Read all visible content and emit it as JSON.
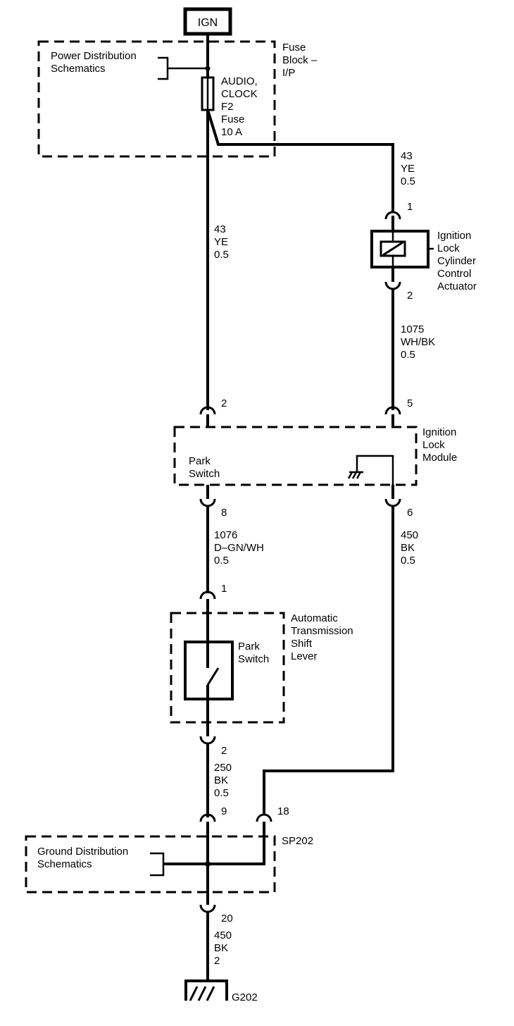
{
  "source": {
    "label": "IGN"
  },
  "fuse_block": {
    "name_lines": [
      "Fuse",
      "Block –",
      "I/P"
    ],
    "ref_lines": [
      "Power Distribution",
      "Schematics"
    ],
    "fuse_lines": [
      "AUDIO,",
      "CLOCK",
      "F2",
      "Fuse",
      "10 A"
    ]
  },
  "wires": {
    "left_top": [
      "43",
      "YE",
      "0.5"
    ],
    "right_top": [
      "43",
      "YE",
      "0.5"
    ],
    "right_mid": [
      "1075",
      "WH/BK",
      "0.5"
    ],
    "left_mid": [
      "1076",
      "D–GN/WH",
      "0.5"
    ],
    "right_low": [
      "450",
      "BK",
      "0.5"
    ],
    "left_low": [
      "250",
      "BK",
      "0.5"
    ],
    "ground": [
      "450",
      "BK",
      "2"
    ]
  },
  "actuator": {
    "name_lines": [
      "Ignition",
      "Lock",
      "Cylinder",
      "Control",
      "Actuator"
    ],
    "pin_top": "1",
    "pin_bottom": "2"
  },
  "module": {
    "name_lines": [
      "Ignition",
      "Lock",
      "Module"
    ],
    "inner_lines": [
      "Park",
      "Switch"
    ],
    "pin_in_left": "2",
    "pin_in_right": "5",
    "pin_out_left": "8",
    "pin_out_right": "6"
  },
  "shift_lever": {
    "name_lines": [
      "Automatic",
      "Transmission",
      "Shift",
      "Lever"
    ],
    "inner_lines": [
      "Park",
      "Switch"
    ],
    "pin_top": "1",
    "pin_bottom": "2"
  },
  "splice": {
    "name": "SP202",
    "ref_lines": [
      "Ground Distribution",
      "Schematics"
    ],
    "pin_left": "9",
    "pin_right": "18",
    "pin_bottom": "20"
  },
  "ground": {
    "label": "G202"
  }
}
